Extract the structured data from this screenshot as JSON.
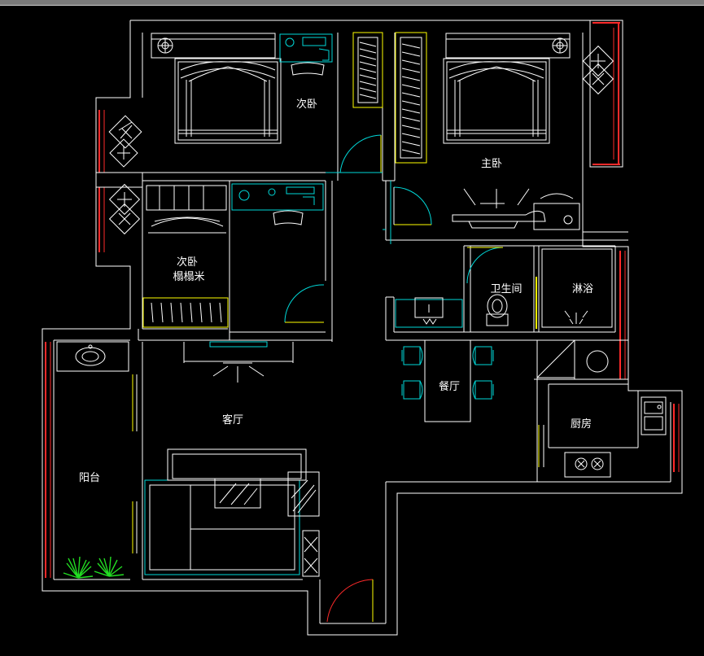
{
  "colors": {
    "background": "#000000",
    "wall": "#ffffff",
    "furniture": "#ffffff",
    "accent_cyan": "#00d8d8",
    "accent_yellow": "#ffff00",
    "accent_red": "#ff2a2a",
    "plant_green": "#22dd22"
  },
  "rooms": {
    "secondary_bedroom_1": "次卧",
    "master_bedroom": "主卧",
    "secondary_bedroom_2": "次卧",
    "tatami": "榻榻米",
    "bathroom": "卫生间",
    "shower": "淋浴",
    "dining_room": "餐厅",
    "living_room": "客厅",
    "kitchen": "厨房",
    "balcony": "阳台"
  },
  "icons": [
    "bed-icon",
    "desk-icon",
    "wardrobe-icon",
    "sofa-icon",
    "toilet-icon",
    "sink-icon",
    "stove-icon",
    "plant-icon",
    "door-icon"
  ]
}
